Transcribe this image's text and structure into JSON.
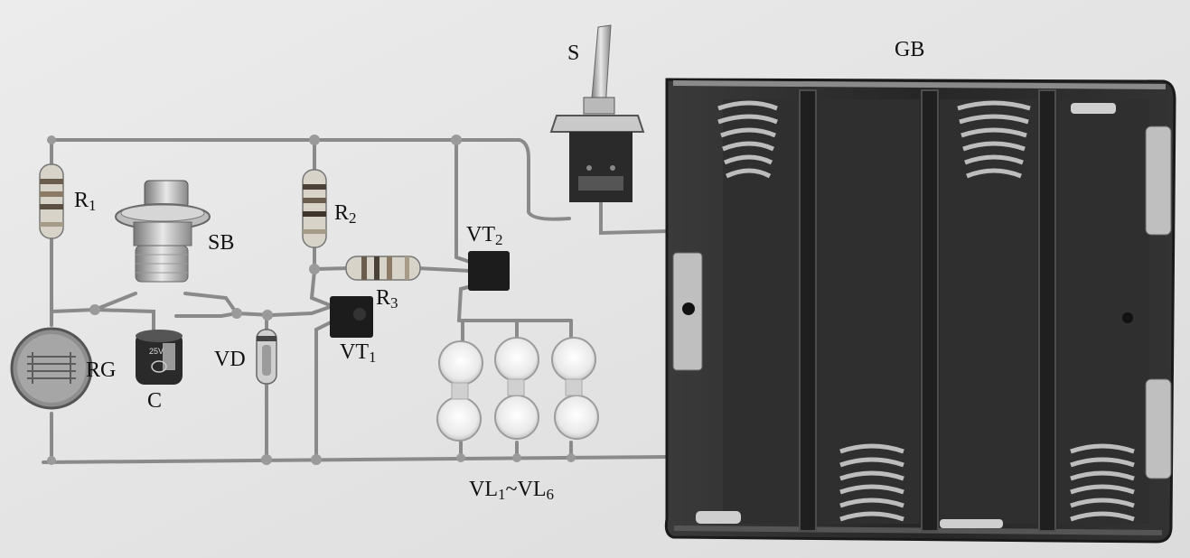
{
  "labels": {
    "S": "S",
    "GB": "GB",
    "R1_main": "R",
    "R1_sub": "1",
    "R2_main": "R",
    "R2_sub": "2",
    "R3_main": "R",
    "R3_sub": "3",
    "SB": "SB",
    "VT2_main": "VT",
    "VT2_sub": "2",
    "VT1_main": "VT",
    "VT1_sub": "1",
    "RG": "RG",
    "C": "C",
    "VD": "VD",
    "VL_a": "VL",
    "VL_a_sub": "1",
    "VL_sep": "~VL",
    "VL_b_sub": "6"
  },
  "colors": {
    "background": "#e6e6e6",
    "wire": "#8a8a8a",
    "battery_box": "#2b2b2b",
    "component_dark": "#1c1c1c",
    "led": "#f2f2f2",
    "text": "#111111"
  }
}
